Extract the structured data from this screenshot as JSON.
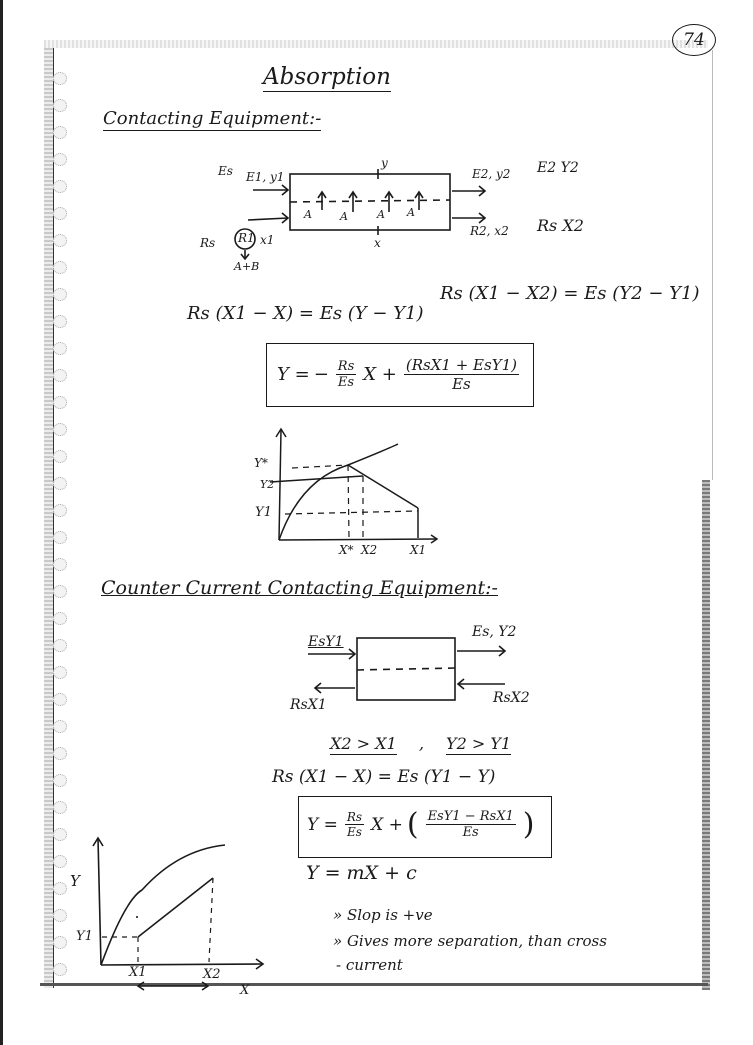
{
  "page": {
    "page_number": "74",
    "title": "Absorption"
  },
  "section1": {
    "heading": "Contacting Equipment:-",
    "diagram": {
      "extract_in_label_es": "Es",
      "extract_in_label": "E1, y1",
      "top_label": "y",
      "extract_out_label": "E2, y2",
      "extract_out_note": "E2 Y2",
      "raffinate_in_label_rs": "Rs",
      "raffinate_in_circle": "R1",
      "raffinate_in_x": "x1",
      "raffinate_feed_note": "A+B",
      "bottom_label": "x",
      "raffinate_out_label": "R2, x2",
      "raffinate_out_note": "Rs X2",
      "transfer_labels": [
        "A",
        "A",
        "A",
        "A"
      ]
    },
    "balance_overall": "Rs (X1 − X2) = Es (Y2 − Y1)",
    "balance_local": "Rs (X1 − X) = Es (Y − Y1)",
    "operating_line": {
      "lhs": "Y =",
      "slope_sign": "−",
      "slope_num": "Rs",
      "slope_den": "Es",
      "var": "X +",
      "intercept_num": "(RsX1 + EsY1)",
      "intercept_den": "Es"
    },
    "graph": {
      "y_labels": [
        "Y*",
        "Y2",
        "Y1"
      ],
      "x_labels": [
        "X*",
        "X2",
        "X1"
      ]
    }
  },
  "section2": {
    "heading": "Counter Current Contacting Equipment:-",
    "diagram": {
      "extract_in": "EsY1",
      "extract_out": "Es, Y2",
      "raffinate_out": "RsX1",
      "raffinate_in": "RsX2"
    },
    "conditions": [
      "X2 > X1",
      ",",
      "Y2 > Y1"
    ],
    "balance": "Rs (X1 − X) = Es (Y1 − Y)",
    "operating_line": {
      "lhs": "Y =",
      "slope_num": "Rs",
      "slope_den": "Es",
      "var": "X +",
      "intercept_num": "EsY1 − RsX1",
      "intercept_den": "Es"
    },
    "general_form": "Y = mX + c",
    "notes": [
      "» Slop is +ve",
      "» Gives more separation, than cross",
      "- current"
    ],
    "graph": {
      "y_axis": "Y",
      "y_labels": [
        "Y1"
      ],
      "x_labels": [
        "X1",
        "X2"
      ],
      "x_axis": "X"
    }
  }
}
